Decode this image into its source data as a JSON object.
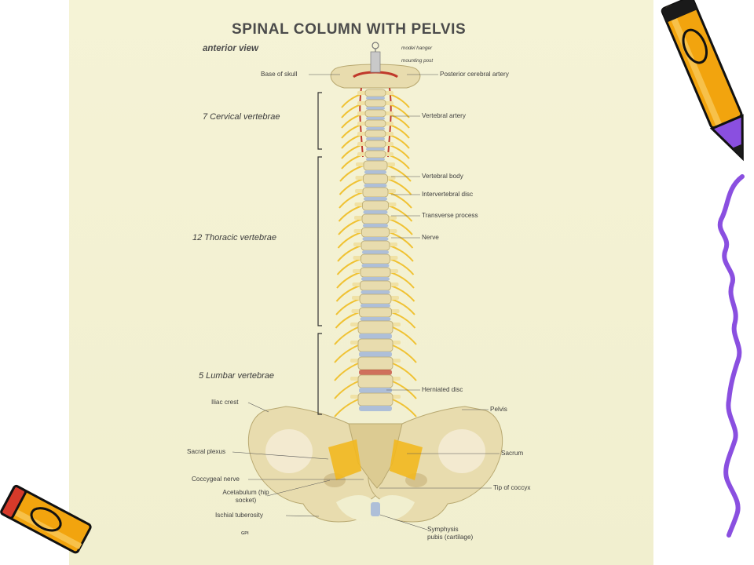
{
  "diagram": {
    "title": "SPINAL COLUMN WITH PELVIS",
    "subtitle": "anterior view",
    "regions": {
      "cervical": "7 Cervical vertebrae",
      "thoracic": "12 Thoracic vertebrae",
      "lumbar": "5 Lumbar vertebrae"
    },
    "labels": {
      "model_hanger": "model hanger",
      "mounting_post": "mounting post",
      "base_of_skull": "Base of skull",
      "posterior_cerebral_artery": "Posterior cerebral artery",
      "vertebral_artery": "Vertebral artery",
      "vertebral_body": "Vertebral body",
      "intervertebral_disc": "Intervertebral disc",
      "transverse_process": "Transverse process",
      "nerve": "Nerve",
      "herniated_disc": "Herniated disc",
      "iliac_crest": "Iliac crest",
      "pelvis": "Pelvis",
      "sacral_plexus": "Sacral plexus",
      "sacrum": "Sacrum",
      "coccygeal_nerve": "Coccygeal nerve",
      "tip_of_coccyx": "Tip of coccyx",
      "acetabulum": "Acetabulum (hip socket)",
      "ischial_tuberosity": "Ischial tuberosity",
      "symphysis_pubis": "Symphysis pubis (cartilage)"
    },
    "footer": "GPI"
  },
  "colors": {
    "background": "#ffffff",
    "poster": "#f3f1d2",
    "bone": "#e8dcae",
    "disc": "#aebfd8",
    "nerve": "#f0c233",
    "artery": "#c0392b",
    "pencil_orange": "#f2a40e",
    "pencil_purple": "#8a4fe0"
  },
  "decorations": {
    "pencil_top_right": "pencil-icon",
    "pencil_bottom_left": "pencil-icon",
    "squiggle_right": "squiggle-line"
  }
}
